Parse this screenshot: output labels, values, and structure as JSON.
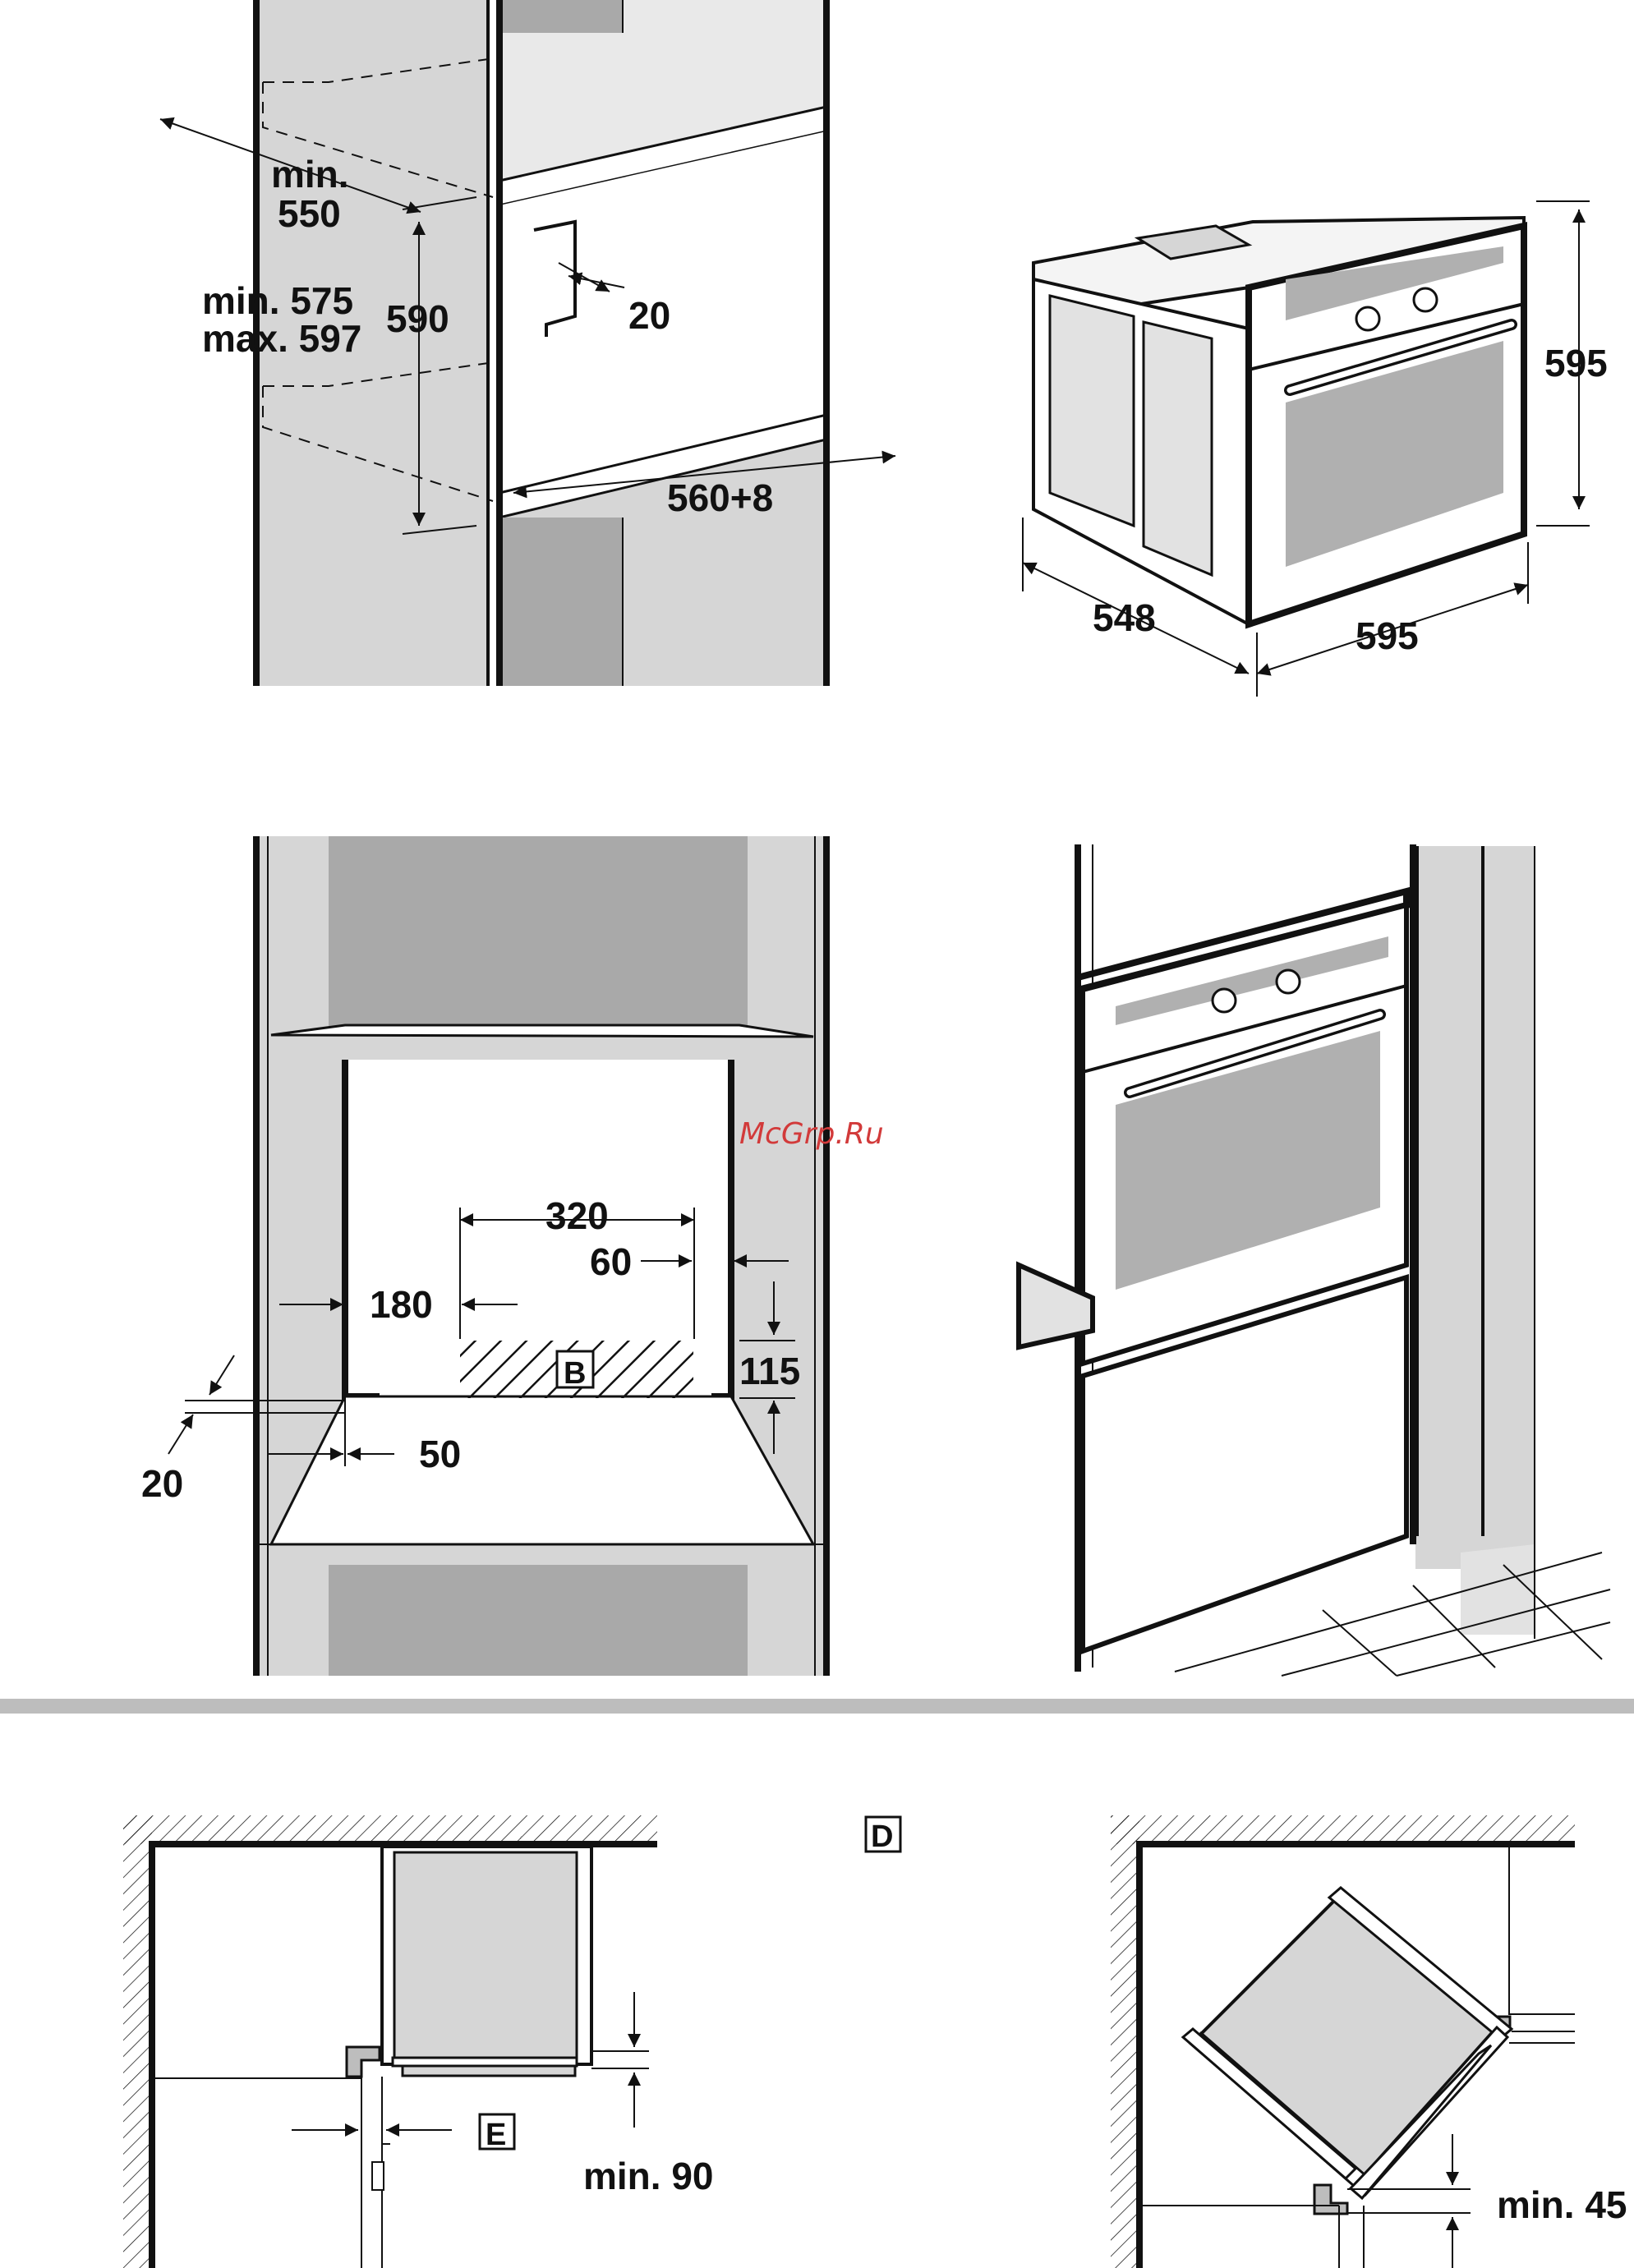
{
  "watermark": "McGrp.Ru",
  "panel_top_left": {
    "depth_label_1": "min.",
    "depth_label_2": "550",
    "height_label_1": "min.  575",
    "height_label_2": "max. 597",
    "height_value": "590",
    "gap_value": "20",
    "width_value": "560+8"
  },
  "panel_top_right": {
    "height_value": "595",
    "depth_value": "548",
    "width_value": "595"
  },
  "panel_middle_left": {
    "vent_width": "320",
    "vent_offset": "60",
    "side_offset": "180",
    "vent_height": "115",
    "bottom_gap": "20",
    "front_gap": "50",
    "zone_label": "B"
  },
  "panel_bottom_left": {
    "corner_label": "D",
    "gap_label": "E",
    "min_value": "min. 90"
  },
  "panel_bottom_right": {
    "min_value": "min. 45"
  }
}
